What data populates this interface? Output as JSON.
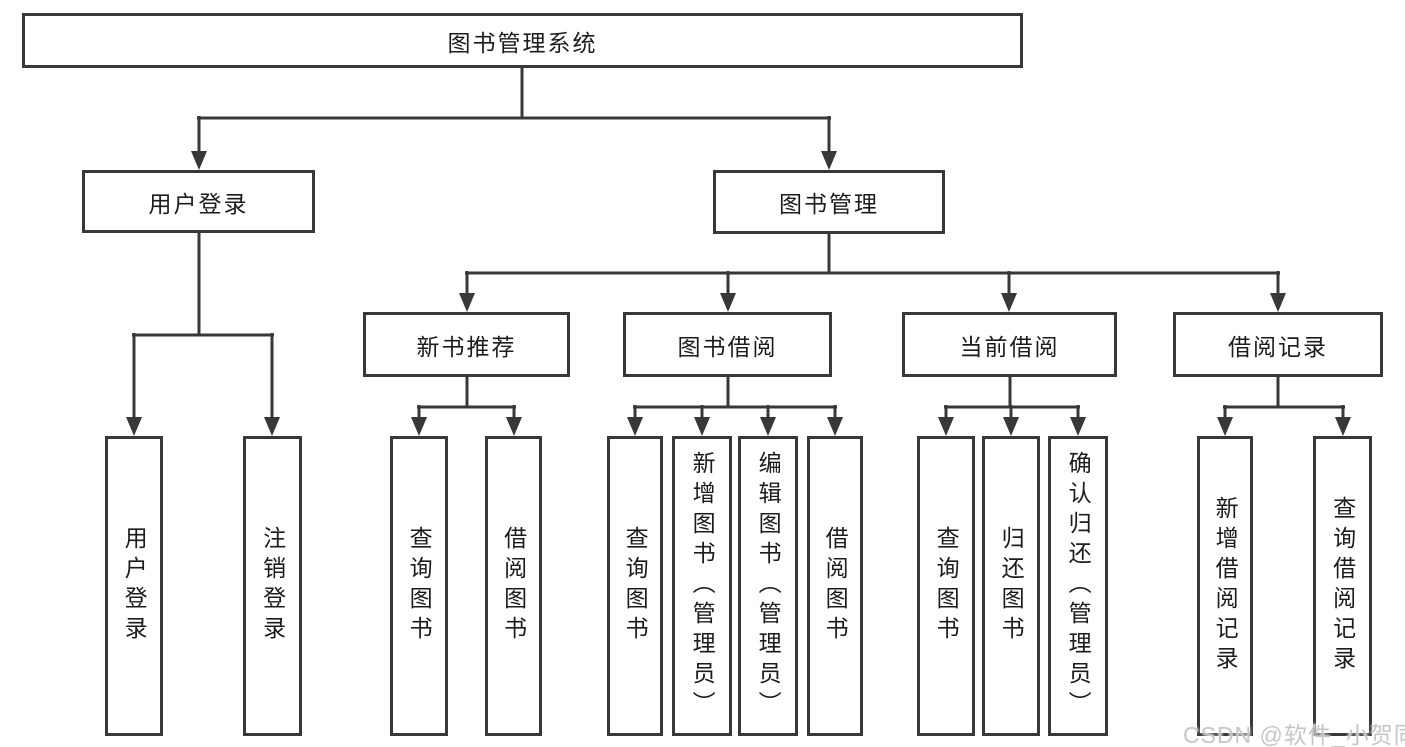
{
  "diagram": {
    "title": "图书管理系统",
    "type": "hierarchy-tree",
    "nodes": {
      "root": "图书管理系统",
      "level2": [
        "用户登录",
        "图书管理"
      ],
      "level3": [
        "新书推荐",
        "图书借阅",
        "当前借阅",
        "借阅记录"
      ],
      "leaves": {
        "user_login": [
          "用户登录",
          "注销登录"
        ],
        "new_books": [
          "查询图书",
          "借阅图书"
        ],
        "book_borrow": [
          "查询图书",
          "新增图书（管理员）",
          "编辑图书（管理员）",
          "借阅图书"
        ],
        "current_borrow": [
          "查询图书",
          "归还图书",
          "确认归还（管理员）"
        ],
        "borrow_records": [
          "新增借阅记录",
          "查询借阅记录"
        ]
      }
    },
    "line_color": "#383838",
    "watermark": "CSDN @软件_小贺同学"
  }
}
